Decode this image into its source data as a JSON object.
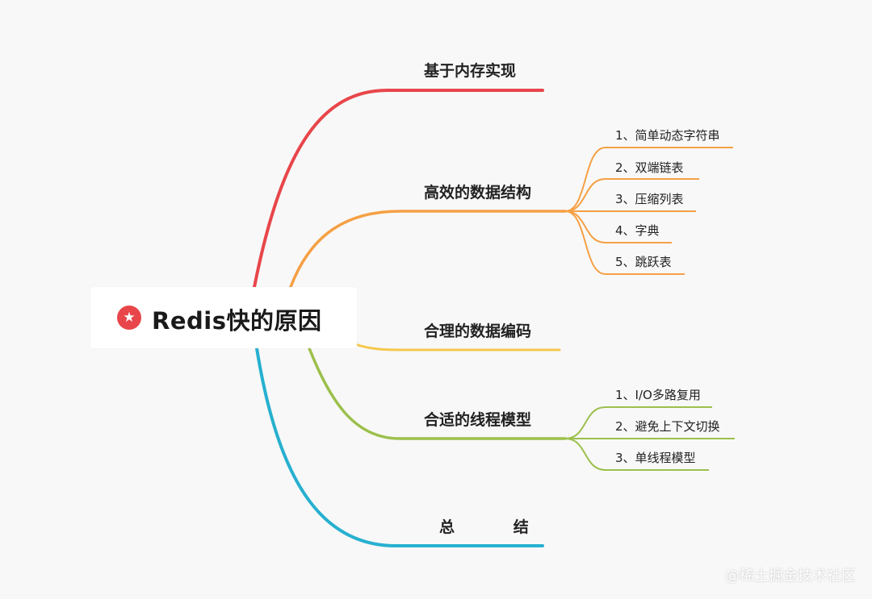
{
  "root": {
    "title": "Redis快的原因",
    "icon": "star-icon"
  },
  "branches": [
    {
      "label": "基于内存实现",
      "color": "#e8464a",
      "children": []
    },
    {
      "label": "高效的数据结构",
      "color": "#f5a044",
      "children": [
        "1、简单动态字符串",
        "2、双端链表",
        "3、压缩列表",
        "4、字典",
        "5、跳跃表"
      ]
    },
    {
      "label": "合理的数据编码",
      "color": "#f5c84c",
      "children": []
    },
    {
      "label": "合适的线程模型",
      "color": "#9cc04c",
      "children": [
        "1、I/O多路复用",
        "2、避免上下文切换",
        "3、单线程模型"
      ]
    },
    {
      "label": "总           结",
      "color": "#27b0d0",
      "children": []
    }
  ],
  "watermark": "@稀土掘金技术社区"
}
